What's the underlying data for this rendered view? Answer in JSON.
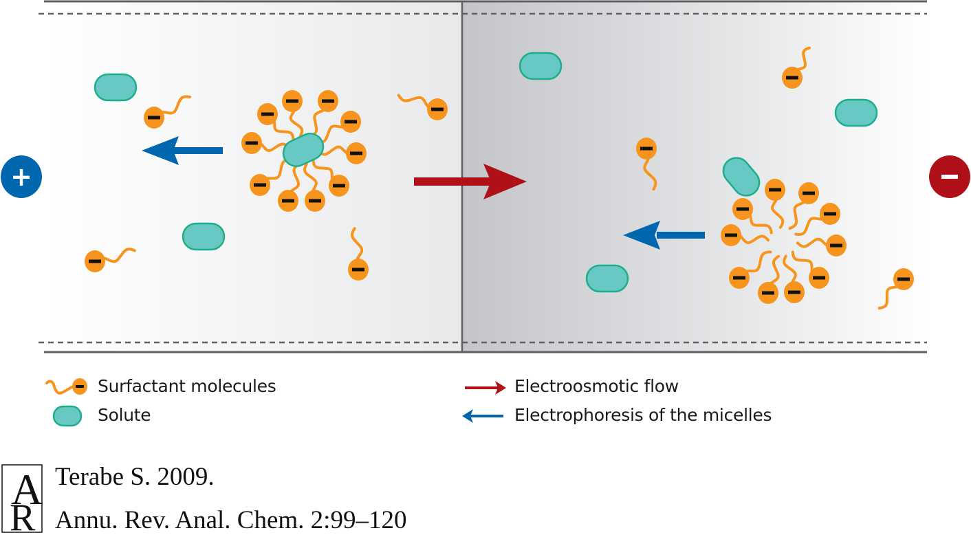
{
  "figure": {
    "electrodes": {
      "anode": {
        "symbol": "+",
        "color": "#0066ad"
      },
      "cathode": {
        "symbol": "−",
        "color": "#b01018"
      }
    },
    "colors": {
      "surfactant": "#f7941d",
      "solute_fill": "#68c8c4",
      "solute_stroke": "#1fae8b",
      "eof_arrow": "#b01018",
      "micelle_arrow": "#0066ad",
      "capillary_wall": "#5f6062"
    },
    "charge_label": "−"
  },
  "legend": {
    "surfactant": "Surfactant molecules",
    "solute": "Solute",
    "eof": "Electroosmotic flow",
    "electrophoresis": "Electrophoresis of the micelles"
  },
  "citation": {
    "line1": "Terabe S. 2009.",
    "line2": "Annu. Rev. Anal. Chem. 2:99–120",
    "logo_letters": "AR"
  }
}
